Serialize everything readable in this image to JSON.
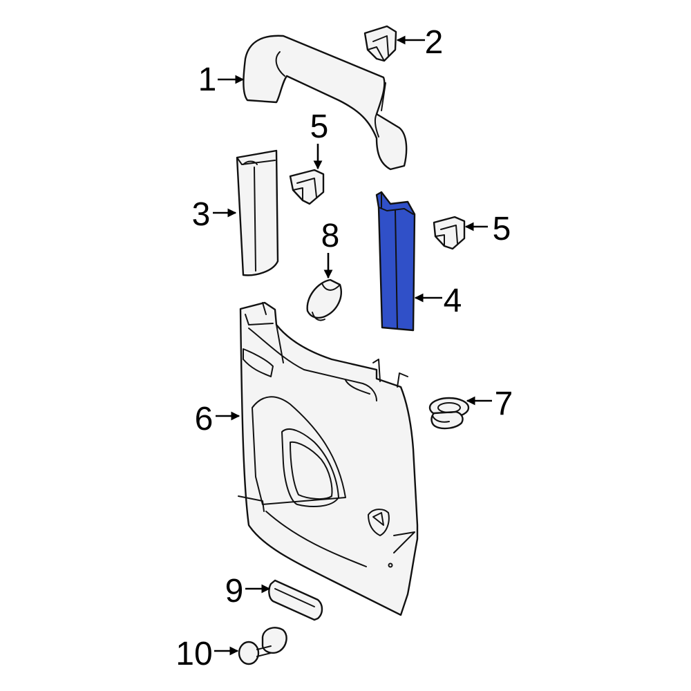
{
  "diagram": {
    "highlight_color": "#3050c8",
    "callouts": [
      {
        "part": "assist-handle",
        "label": "1"
      },
      {
        "part": "clip-top",
        "label": "2"
      },
      {
        "part": "pillar-trim-left",
        "label": "3"
      },
      {
        "part": "pillar-trim-right",
        "label": "4"
      },
      {
        "part": "clip-upper",
        "label": "5"
      },
      {
        "part": "clip-right",
        "label": "5"
      },
      {
        "part": "quarter-trim-panel",
        "label": "6"
      },
      {
        "part": "push-pin-fastener",
        "label": "7"
      },
      {
        "part": "cover-cap",
        "label": "8"
      },
      {
        "part": "finish-plate",
        "label": "9"
      },
      {
        "part": "retainer-rivet",
        "label": "10"
      }
    ]
  }
}
